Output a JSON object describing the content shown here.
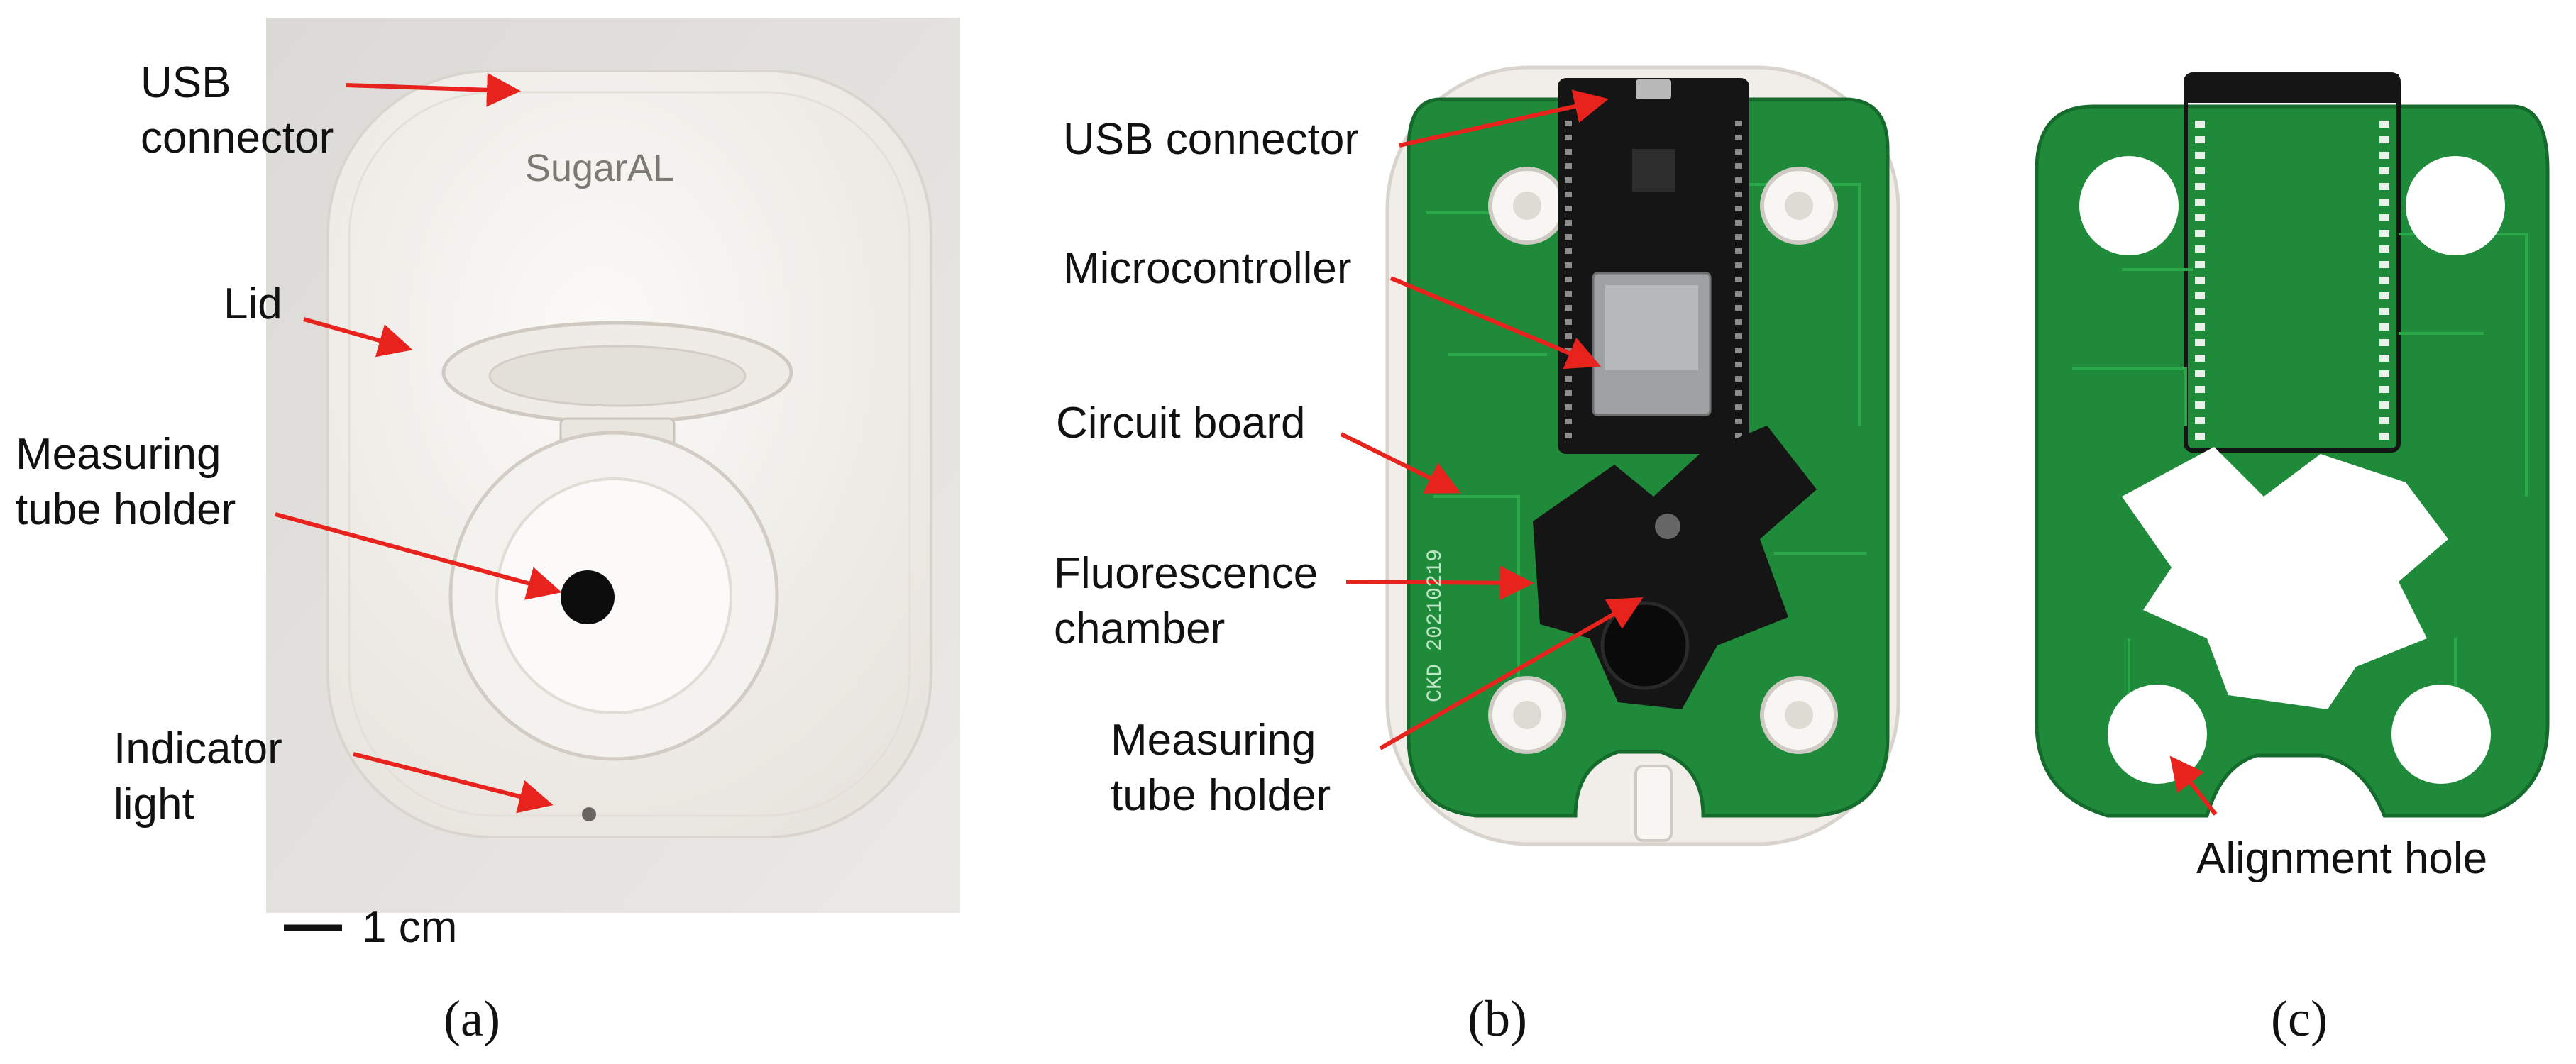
{
  "panel_a": {
    "brand": "SugarAL",
    "labels": {
      "usb_line1": "USB",
      "usb_line2": "connector",
      "lid": "Lid",
      "tube_line1": "Measuring",
      "tube_line2": "tube holder",
      "indicator_line1": "Indicator",
      "indicator_line2": "light"
    },
    "scale_bar": "1 cm",
    "caption": "(a)"
  },
  "panel_b": {
    "labels": {
      "usb": "USB connector",
      "micro": "Microcontroller",
      "circuit": "Circuit board",
      "fluor_line1": "Fluorescence",
      "fluor_line2": "chamber",
      "tube_line1": "Measuring",
      "tube_line2": "tube holder"
    },
    "board_print": "CKD 20210219",
    "caption": "(b)"
  },
  "panel_c": {
    "labels": {
      "alignment": "Alignment hole"
    },
    "caption": "(c)"
  },
  "colors": {
    "arrow": "#e8231d",
    "pcb": "#1f8a3a",
    "pcb_dark": "#156b2b",
    "housing": "#f1eeea",
    "black_part": "#151515"
  }
}
